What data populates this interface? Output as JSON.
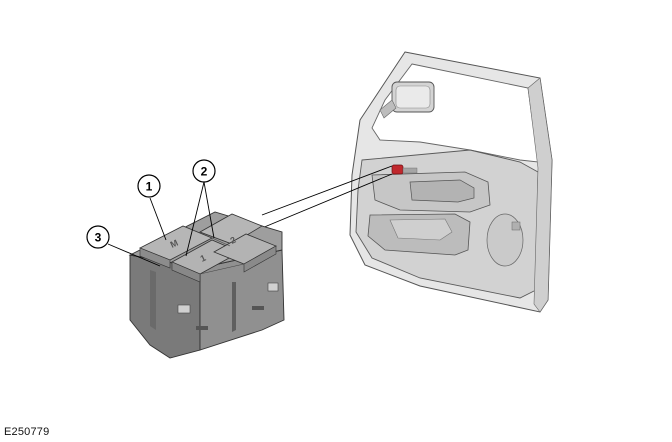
{
  "figure": {
    "id": "E250779"
  },
  "callouts": [
    {
      "number": "1"
    },
    {
      "number": "2"
    },
    {
      "number": "3"
    }
  ],
  "switch_legends": {
    "memory": "M",
    "preset_1": "1",
    "preset_2": "2"
  },
  "colors": {
    "door_fill": "#e4e4e4",
    "door_shade": "#c8c8c8",
    "switch_body": "#8a8a8a",
    "switch_dark": "#6a6a6a",
    "switch_top": "#b5b5b5",
    "highlight": "#c0282d"
  }
}
